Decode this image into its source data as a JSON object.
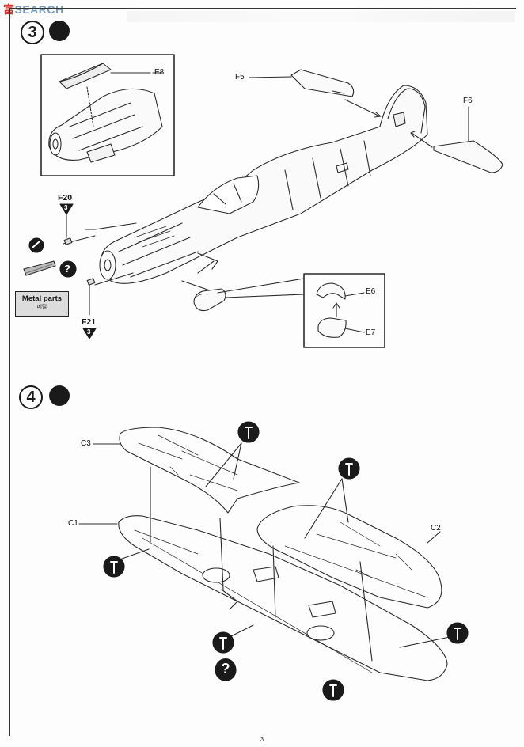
{
  "watermark": {
    "prefix": "",
    "text": "SEARCH",
    "cn": "富"
  },
  "steps": [
    {
      "number": "3"
    },
    {
      "number": "4"
    }
  ],
  "labels": {
    "e8": "E8",
    "f5": "F5",
    "f6": "F6",
    "f20": "F20",
    "f20_num": "3",
    "f21": "F21",
    "f21_num": "3",
    "e6": "E6",
    "e7": "E7",
    "c1": "C1",
    "c2": "C2",
    "c3": "C3"
  },
  "metal_parts": {
    "label": "Metal parts",
    "sub": "메탈"
  },
  "icons": [
    "glue-icon",
    "help-icon",
    "drill-icon",
    "paint-brush-icon"
  ],
  "page_number": "3"
}
